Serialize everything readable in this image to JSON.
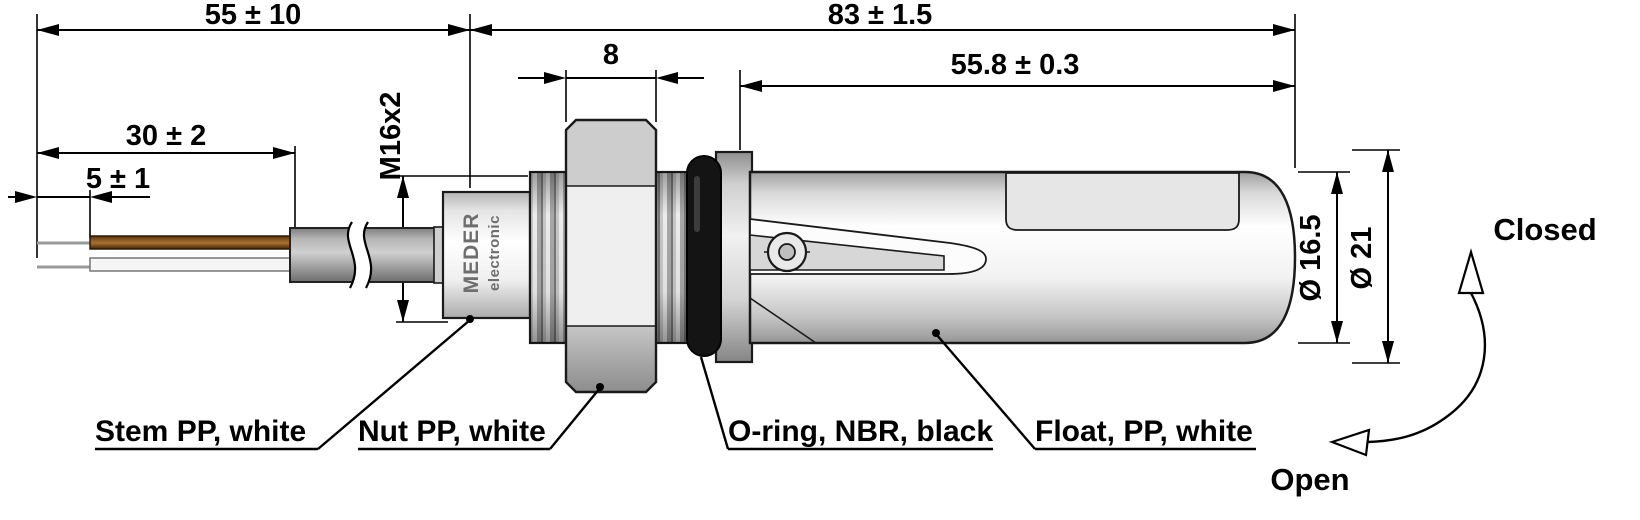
{
  "dims": {
    "cable_length": "55 ± 10",
    "overall_length": "83 ± 1.5",
    "float_length": "55.8 ± 0.3",
    "nut_width": "8",
    "wire_length": "30 ± 2",
    "wire_tip_length": "5 ± 1",
    "thread_size": "M16x2",
    "float_diameter": "Ø 16.5",
    "outer_diameter": "Ø 21"
  },
  "parts": {
    "brand_line1": "MEDER",
    "brand_line2": "electronic",
    "stem_label": "Stem PP, white",
    "nut_label": "Nut PP, white",
    "oring_label": "O-ring, NBR, black",
    "float_label": "Float, PP, white"
  },
  "states": {
    "closed_label": "Closed",
    "open_label": "Open"
  },
  "colors": {
    "line": "#000000",
    "background": "#ffffff",
    "wire_copper": "#8a5a28",
    "wire_white": "#f5f5f5",
    "oring_black": "#141414",
    "brand_gray": "#6e6e6e"
  }
}
